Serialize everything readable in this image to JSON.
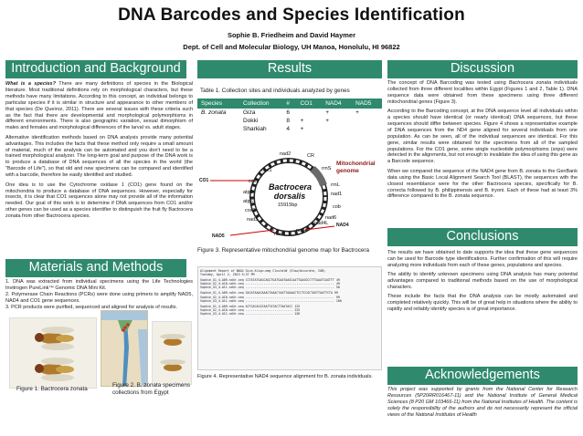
{
  "header": {
    "title": "DNA Barcodes and Species Identification",
    "authors": "Sophie B. Friedheim and David Haymer",
    "affiliation": "Dept. of Cell and Molecular Biology, UH Manoa, Honolulu, HI 96822"
  },
  "intro": {
    "heading": "Introduction and Background",
    "p1_lead": "What is a species?",
    "p1": " There are many definitions of species in the Biological literature. Most traditional definitions rely on morphological characters, but these methods have many limitations. According to this concept, an individual belongs to particular species if it is similar in structure and appearance to other members of that species (De Queiroz, 2011). There are several issues with these criteria such as the fact that there are developmental and morphological polymorphisms in different environments. There is also geographic variation, sexual dimorphism of males and females and morphological differences of the larval vs. adult stages.",
    "p2": "Alternative identification methods based on DNA analysis provide many potential advantages. This includes the facts that these method only require a small amount of material, much of the analysis can be automated and you don't need to be a trained morphological analyzer. The long-term goal and purpose of the DNA work is to produce a database of DNA sequences of all the species in the world (the \"Barcode of Life\"), so that old and new specimens can be compared and identified with a barcode, therefore be easily identified and studied.",
    "p3": "One idea is to use the Cytochrome oxidase 1 (CO1) gene found on the mitochondria to produce a database of DNA sequences. However, especially for insects, it is clear that CO1 sequences alone may not provide all of the information needed. Our goal of this work is to determine if DNA sequences from CO1 and/or other genes can be used as a species identifier to distinguish the fruit fly Bactrocera zonata from other Bactrocera species."
  },
  "materials": {
    "heading": "Materials and Methods",
    "items": [
      "1. DNA was extracted from individual specimens using the Life Technologies Invitrogen PureLink™ Genomic DNA Mini Kit.",
      "2. Polymerase Chain Reactions (PCRs) were done using primers to amplify NAD5, NAD4 and CO1 gene sequences.",
      "3. PCR products were purified, sequenced and aligned for analysis of results."
    ],
    "fig1_caption": "Figure 1. Bactrocera zonata",
    "fig2_caption_line1": "Figure 2. B. zonata specimens",
    "fig2_caption_line2": "collections from Egypt"
  },
  "results": {
    "heading": "Results",
    "table_caption": "Table 1. Collection sites and individuals analyzed by genes",
    "table_headers": [
      "Species",
      "Collection",
      "#",
      "CO1",
      "NAD4",
      "NAD5"
    ],
    "table_rows": [
      [
        "B. zonata",
        "Giza",
        "6",
        "",
        "+",
        "+"
      ],
      [
        "",
        "Dokki",
        "8",
        "+",
        "+",
        ""
      ],
      [
        "",
        "Sharkiah",
        "4",
        "+",
        "",
        ""
      ]
    ],
    "genome_title_line1": "Mitochondrial",
    "genome_title_line2": "genome",
    "genome_center_line1": "Bactrocera",
    "genome_center_line2": "dorsalis",
    "genome_center_line3": "15915bp",
    "genome_genes": [
      "nad2",
      "CR",
      "rrnS",
      "rrnL",
      "nad1",
      "cob",
      "nad6",
      "nad4L",
      "nad4",
      "nad5",
      "nad3",
      "cox3",
      "atp6",
      "atp8",
      "cox2",
      "cox1"
    ],
    "tag_co1": "CO1",
    "tag_nad5": "NAD5",
    "tag_nad4": "NAD4",
    "fig3_caption": "Figure 3. Representative mitochondrial genome map for Bactrocera",
    "align_header1": "Alignment Report of NAD4 Giza Align.meg ClustalW (Slow/Accurate, IUB)",
    "align_header2": "Tuesday, April 2, 2013 5:37 PM",
    "align_rows": [
      "Sophie_G1_4-A09-nd4r.seq  CCTATATGAGCAGCTGATGAATAAGCAATTAAGGCCTTTAAATCAGTTT 49",
      "Sophie_G2_4-A10-nd4r.seq  ................................................. 49",
      "Sophie_G3_4-A11-nd4r.seq  ................................................. 50",
      "Sophie_G1_4-A09-nd4r.seq  GACATAAACAAACTAAACTAATTAAAACTCCTCCACTAGTTAATTCTA 99",
      "Sophie_G2_4-A10-nd4r.seq  ................................................. 99",
      "Sophie_G3_4-A11-nd4r.seq  ................................................. 100",
      "Sophie_G1_4-A09-nd4r.seq  ACTCACACATAATTATACTTAATACC                        125",
      "Sophie_G2_4-A10-nd4r.seq  ..........................                        125",
      "Sophie_G3_4-A11-nd4r.seq  ..........................                        126"
    ],
    "fig4_caption": "Figure 4. Representative NAD4 sequence alignment for B. zonata individuals."
  },
  "discussion": {
    "heading": "Discussion",
    "p1_a": "The concept of DNA Barcoding was tested using ",
    "p1_species": "Bactrocera zonata",
    "p1_b": " individuals collected from three different localities within Egypt (Figures 1 and 2, Table 1). DNA sequence data were obtained from these specimens using three different mitochondrial genes (Figure 3).",
    "p2": "According to the Barcoding concept, at the DNA sequence level all individuals within a species should have identical (or nearly identical) DNA sequences, but these sequences should differ between species. Figure 4 shows a representative example of DNA sequences from the ND4 gene aligned for several individuals from one population. As can be seen, all of the individual sequences are identical. For this gene, similar results were obtained for the specimens from all of the sampled populations. For the CO1 gene, some single nucleotide polymorphisms (snps) were detected in the alignments, but not enough to invalidate the idea of using this gene as a Barcode sequence.",
    "p3": "When we compared the sequence of the NAD4 gene from B. zonata to the GenBank data using the Basic Local Alignment Search Tool (BLAST), the sequences with the closest resemblance were for the other Bactrocera species, specifically for B. correcta followed by B. philippinensis and B. tryoni. Each of these had at least 3% difference compared to the B. zonata sequence."
  },
  "conclusions": {
    "heading": "Conclusions",
    "p1": "The results we have obtained to date supports the idea that these gene sequences can be used for Barcode type identifications. Further confirmation of this will require analyzing more individuals from each of these genes, populations and species.",
    "p2": "The ability to identify unknown specimens using DNA analysis has many potential advantages compared to traditional methods based on the use of morphological characters.",
    "p3": "These include the facts that the DNA analysis can be mostly automated and completed relatively quickly. This will be of great help in situations where the ability to rapidly and reliably identify species is of great importance."
  },
  "acknowledgements": {
    "heading": "Acknowledgements",
    "text": "This project was supported by grants from the National Center for Research Resources (5P20RR016467-11) and the National Institute of General Medical Sciences (8 P20 GM 103466-11) from the National Institutes of Health. The content is solely the responsibility of the authors and do not necessarily represent the official views of the National Institutes of Health"
  },
  "colors": {
    "banner": "#2f8a6d",
    "genome_ring": "#222222"
  }
}
